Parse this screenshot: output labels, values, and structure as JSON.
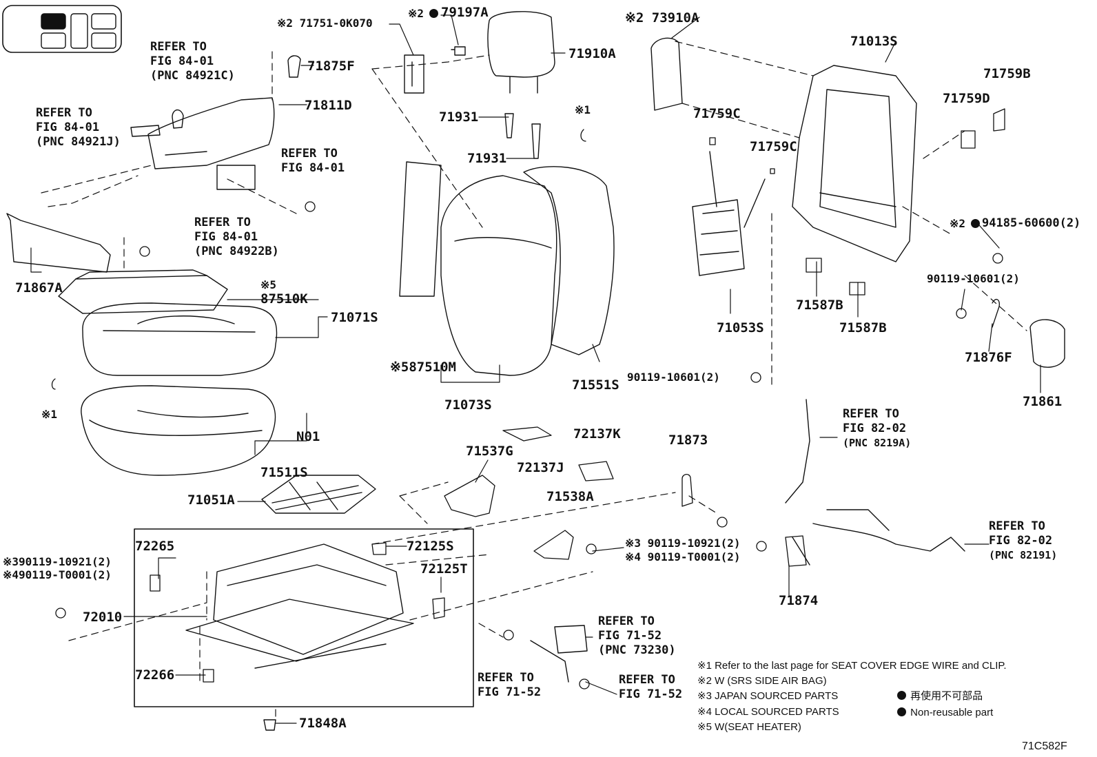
{
  "figure_code": "71C582F",
  "parts": {
    "p71751": "※2 71751-0K070",
    "p79197A": "79197A",
    "p79197A_prefix": "※2",
    "p71910A": "71910A",
    "p73910A": "※2 73910A",
    "p71013S": "71013S",
    "p71759B": "71759B",
    "p71759D": "71759D",
    "p71759C_1": "71759C",
    "p71759C_2": "71759C",
    "p71875F": "71875F",
    "p71811D": "71811D",
    "p71931_1": "71931",
    "p71931_2": "71931",
    "p71867A": "71867A",
    "p87510K": "87510K",
    "p87510K_prefix": "※5",
    "p71071S": "71071S",
    "p87510M": "※587510M",
    "p71073S": "71073S",
    "p71551S": "71551S",
    "p71053S": "71053S",
    "p71587B_1": "71587B",
    "p71587B_2": "71587B",
    "p94185": "94185-60600(2)",
    "p94185_prefix": "※2",
    "p90119_10601a": "90119-10601(2)",
    "p90119_10601b": "90119-10601(2)",
    "p71876F": "71876F",
    "p71861": "71861",
    "pN01": "N01",
    "p71511S": "71511S",
    "p71051A": "71051A",
    "p71537G": "71537G",
    "p72137K": "72137K",
    "p72137J": "72137J",
    "p71873": "71873",
    "p71538A": "71538A",
    "p72265": "72265",
    "p72125S": "72125S",
    "p72125T": "72125T",
    "p72010": "72010",
    "p72266": "72266",
    "p71848A": "71848A",
    "p71874": "71874",
    "p90119_10921_left": "※390119-10921(2)",
    "p90119_T0001_left": "※490119-T0001(2)",
    "p90119_10921_mid": "※3 90119-10921(2)",
    "p90119_T0001_mid": "※4 90119-T0001(2)",
    "star1_a": "※1",
    "star1_b": "※1"
  },
  "refs": {
    "r1": [
      "REFER TO",
      "FIG 84-01",
      "(PNC 84921C)"
    ],
    "r2": [
      "REFER TO",
      "FIG 84-01",
      "(PNC 84921J)"
    ],
    "r3": [
      "REFER TO",
      "FIG 84-01"
    ],
    "r4": [
      "REFER TO",
      "FIG 84-01",
      "(PNC 84922B)"
    ],
    "r5": [
      "REFER TO",
      "FIG 82-02",
      "(PNC 8219A)"
    ],
    "r6": [
      "REFER TO",
      "FIG 82-02",
      "(PNC 82191)"
    ],
    "r7": [
      "REFER TO",
      "FIG 71-52",
      "(PNC 73230)"
    ],
    "r8": [
      "REFER TO",
      "FIG 71-52"
    ],
    "r9": [
      "REFER TO",
      "FIG 71-52"
    ]
  },
  "notes": {
    "n1": "※1  Refer to the last page for SEAT COVER EDGE WIRE and CLIP.",
    "n2": "※2  W (SRS SIDE AIR BAG)",
    "n3": "※3  JAPAN SOURCED PARTS",
    "n4": "※4  LOCAL SOURCED PARTS",
    "n5": "※5  W(SEAT HEATER)",
    "legend_jp": "再使用不可部品",
    "legend_en": "Non-reusable part"
  }
}
